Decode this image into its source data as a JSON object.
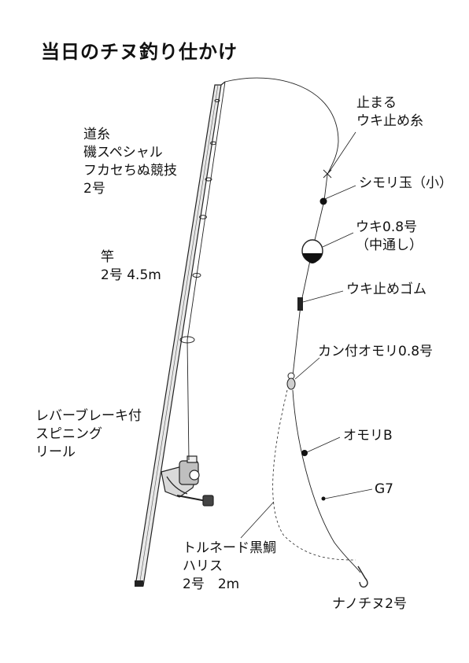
{
  "title": "当日のチヌ釣り仕かけ",
  "labels": {
    "line": [
      "道糸",
      "磯スペシャル",
      "フカセちぬ競技",
      "2号"
    ],
    "rod": [
      "竿",
      "2号 4.5m"
    ],
    "reel": [
      "レバーブレーキ付",
      "スピニング",
      "リール"
    ],
    "leader": [
      "トルネード黒鯛",
      "ハリス",
      "2号　2m"
    ],
    "stop_knot": [
      "止まる",
      "ウキ止め糸"
    ],
    "shimori_bead": "シモリ玉（小）",
    "float": [
      "ウキ0.8号",
      "（中通し）"
    ],
    "float_stopper": "ウキ止めゴム",
    "swivel_sinker": "カン付オモリ0.8号",
    "sinker_b": "オモリB",
    "sinker_g7": "G7",
    "hook": "ナノチヌ2号"
  }
}
